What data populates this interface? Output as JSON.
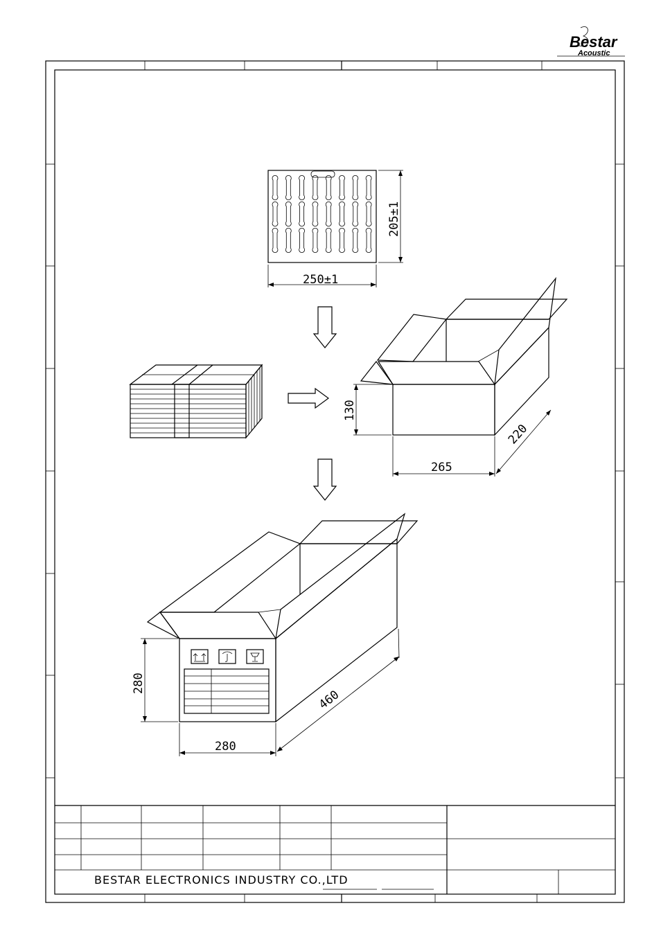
{
  "logo": {
    "brand": "Bestar",
    "sub": "Acoustic"
  },
  "tray": {
    "width_label": "250±1",
    "height_label": "205±1",
    "columns": 8,
    "rows": 3
  },
  "small_box": {
    "height_label": "130",
    "length_label": "265",
    "depth_label": "220"
  },
  "large_box": {
    "height_label": "280",
    "width_label": "280",
    "depth_label": "460"
  },
  "title_block": {
    "company": "BESTAR ELECTRONICS INDUSTRY CO.,LTD"
  }
}
